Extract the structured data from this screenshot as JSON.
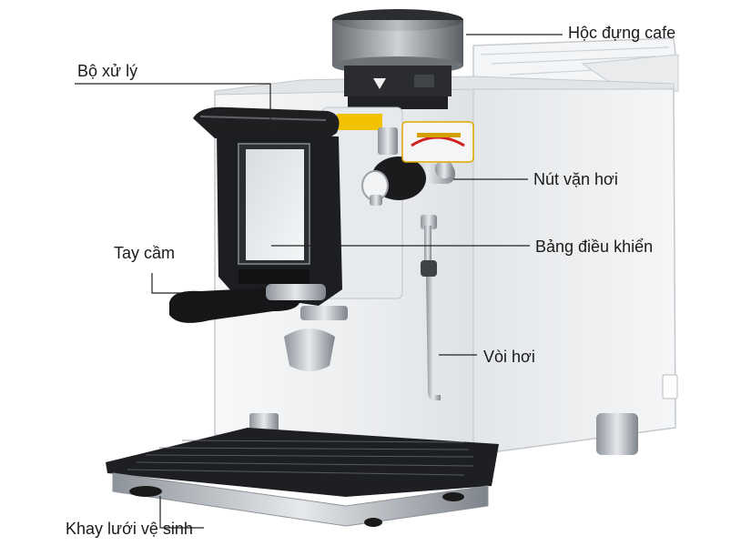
{
  "labels": {
    "hopper": "Hộc đựng cafe",
    "processor": "Bộ xử lý",
    "steam_knob": "Nút vặn hơi",
    "handle": "Tay cầm",
    "control_panel": "Bảng điều khiển",
    "steam_wand": "Vòi hơi",
    "drip_tray": "Khay lưới vệ sinh"
  },
  "colors": {
    "body": "#eef0f2",
    "dark": "#1e1e20",
    "steel": "#b9bec4",
    "leader": "#222222",
    "warning": "#f2c200"
  }
}
